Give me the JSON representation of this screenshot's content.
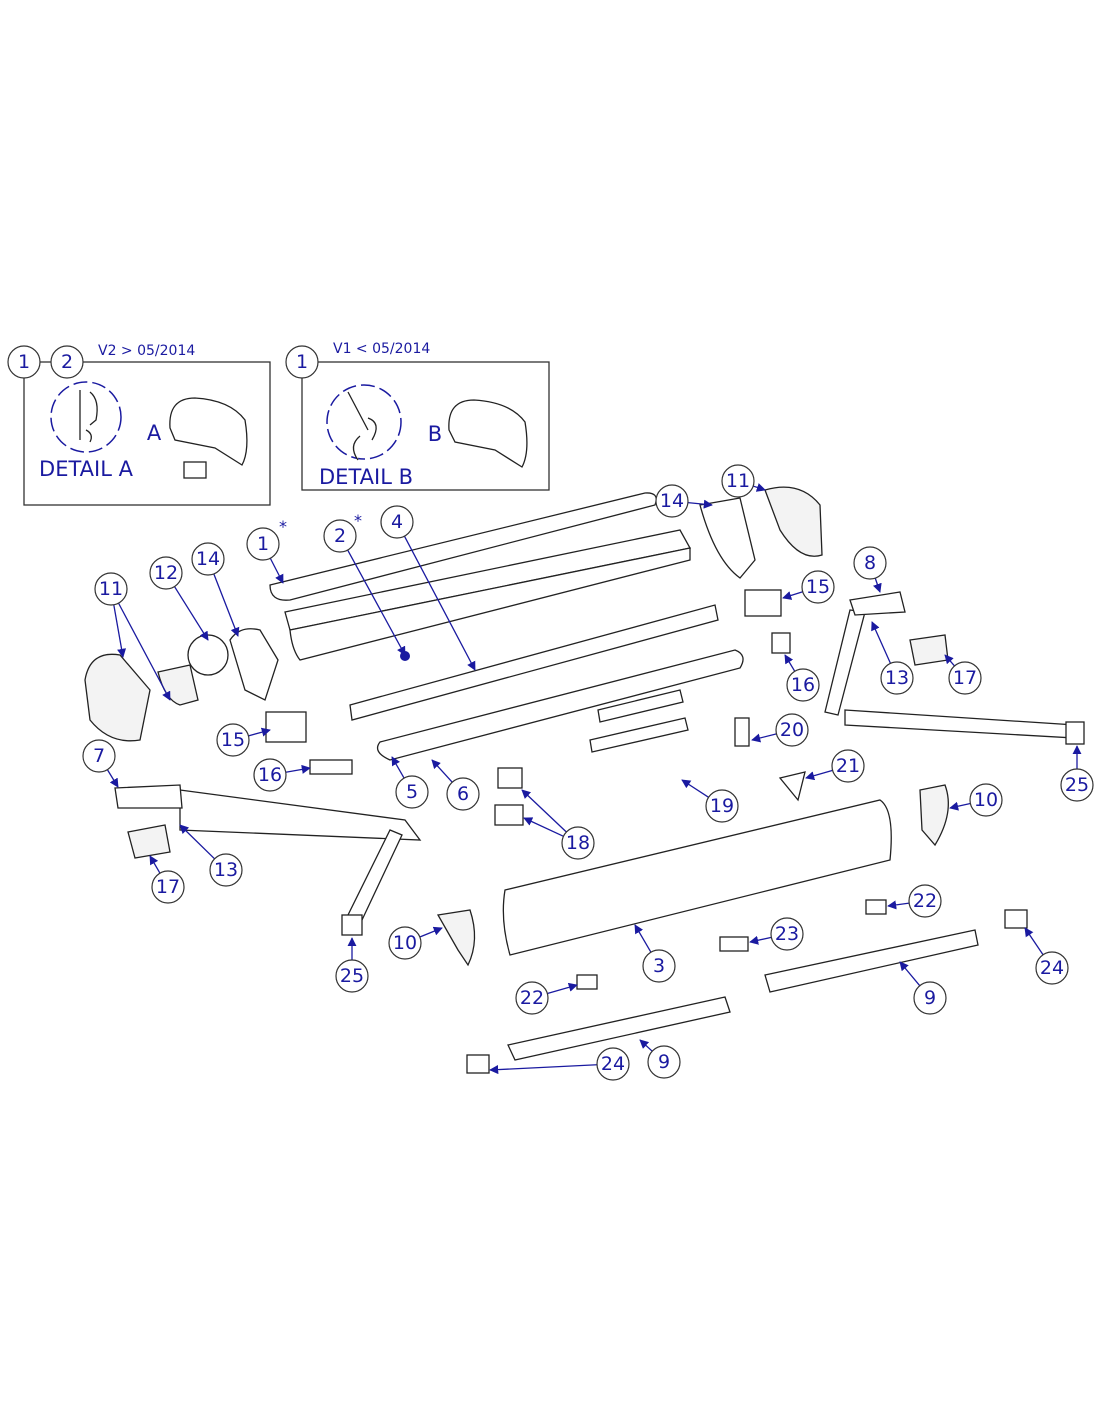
{
  "detail_boxes": [
    {
      "version_label": "V2 > 05/2014",
      "callouts": [
        "1",
        "2"
      ],
      "detail_title": "DETAIL A",
      "marker": "A"
    },
    {
      "version_label": "V1 < 05/2014",
      "callouts": [
        "1"
      ],
      "detail_title": "DETAIL B",
      "marker": "B"
    }
  ],
  "asterisk": "*",
  "callouts": [
    "1",
    "2",
    "4",
    "14",
    "11",
    "11",
    "12",
    "14",
    "15",
    "8",
    "16",
    "13",
    "17",
    "15",
    "20",
    "21",
    "16",
    "5",
    "6",
    "25",
    "19",
    "10",
    "7",
    "18",
    "13",
    "17",
    "10",
    "22",
    "25",
    "3",
    "23",
    "24",
    "22",
    "9",
    "9",
    "24"
  ],
  "colors": {
    "callout_text": "#1a1aa0",
    "leader": "#1a1aa0",
    "outline": "#222222"
  }
}
